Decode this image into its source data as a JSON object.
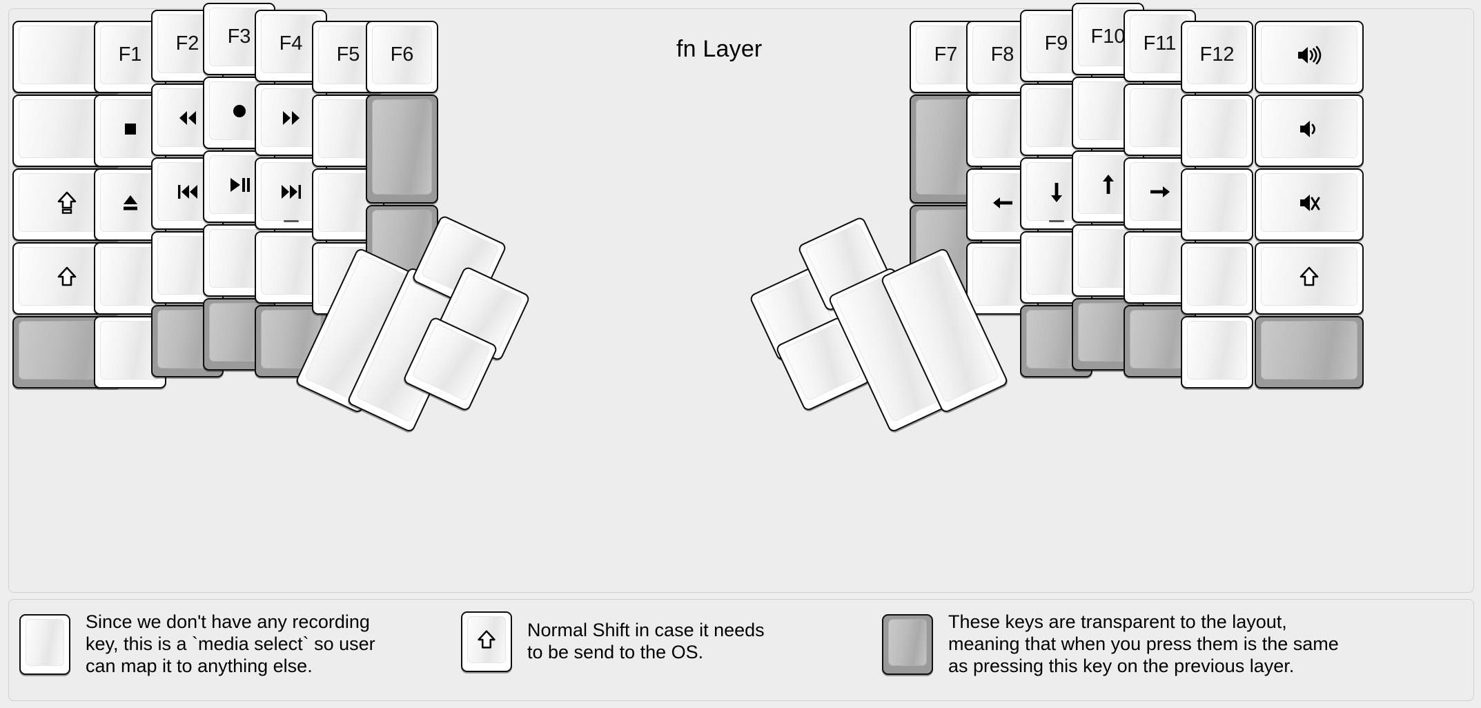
{
  "title": "fn Layer",
  "colors": {
    "background": "#eeeeee",
    "panel": "#ededed",
    "key_face": "#ffffff",
    "key_transparent": "#9a9a9a",
    "key_outline": "#0c0c0c",
    "text": "#000000"
  },
  "legend": {
    "items": [
      {
        "key_icon": "record-circle-icon",
        "key_label": "",
        "text": "Since we don't have any recording\nkey, this is a `media select` so user\ncan map it to anything else."
      },
      {
        "key_icon": "shift-arrow-icon",
        "key_label": "",
        "text": "Normal Shift in case it needs\nto be send to the OS."
      },
      {
        "key_icon": "",
        "key_label": "",
        "text": "These keys are transparent to the layout,\nmeaning that when you press them is the same\nas pressing this key on the previous layer."
      }
    ]
  },
  "left_half": {
    "columns": [
      {
        "name": "col-outer",
        "keys": [
          {
            "label": "",
            "icon": "",
            "state": "normal"
          },
          {
            "label": "",
            "icon": "",
            "state": "normal"
          },
          {
            "label": "",
            "icon": "caps-lock-icon",
            "state": "normal"
          },
          {
            "label": "",
            "icon": "shift-arrow-icon",
            "state": "normal"
          },
          {
            "label": "",
            "icon": "",
            "state": "transparent"
          }
        ]
      },
      {
        "name": "col-pinky",
        "keys": [
          {
            "label": "F1",
            "icon": "",
            "state": "normal"
          },
          {
            "label": "",
            "icon": "media-stop-icon",
            "state": "normal"
          },
          {
            "label": "",
            "icon": "media-eject-icon",
            "state": "normal"
          },
          {
            "label": "",
            "icon": "",
            "state": "normal"
          },
          {
            "label": "",
            "icon": "",
            "state": "normal"
          }
        ]
      },
      {
        "name": "col-ring",
        "keys": [
          {
            "label": "F2",
            "icon": "",
            "state": "normal"
          },
          {
            "label": "",
            "icon": "media-rewind-icon",
            "state": "normal"
          },
          {
            "label": "",
            "icon": "media-previous-icon",
            "state": "normal"
          },
          {
            "label": "",
            "icon": "",
            "state": "normal"
          },
          {
            "label": "",
            "icon": "",
            "state": "transparent"
          }
        ]
      },
      {
        "name": "col-middle",
        "keys": [
          {
            "label": "F3",
            "icon": "",
            "state": "normal"
          },
          {
            "label": "",
            "icon": "media-record-icon",
            "state": "normal"
          },
          {
            "label": "",
            "icon": "media-play-pause-icon",
            "state": "normal"
          },
          {
            "label": "",
            "icon": "",
            "state": "normal"
          },
          {
            "label": "",
            "icon": "",
            "state": "transparent"
          }
        ]
      },
      {
        "name": "col-index",
        "keys": [
          {
            "label": "F4",
            "icon": "",
            "state": "normal"
          },
          {
            "label": "",
            "icon": "media-fast-forward-icon",
            "state": "normal"
          },
          {
            "label": "",
            "icon": "media-next-icon",
            "state": "normal",
            "bump": true
          },
          {
            "label": "",
            "icon": "",
            "state": "normal"
          },
          {
            "label": "",
            "icon": "",
            "state": "transparent"
          }
        ]
      },
      {
        "name": "col-inner",
        "keys": [
          {
            "label": "F5",
            "icon": "",
            "state": "normal"
          },
          {
            "label": "",
            "icon": "",
            "state": "normal"
          },
          {
            "label": "",
            "icon": "",
            "state": "normal"
          },
          {
            "label": "",
            "icon": "",
            "state": "normal"
          }
        ]
      },
      {
        "name": "col-innermost",
        "keys": [
          {
            "label": "F6",
            "icon": "",
            "state": "normal"
          },
          {
            "label": "",
            "icon": "",
            "state": "transparent"
          },
          {
            "label": "",
            "icon": "",
            "state": "transparent"
          }
        ]
      }
    ],
    "thumb_keys": [
      {
        "label": "",
        "icon": "",
        "state": "normal",
        "size": "2u"
      },
      {
        "label": "",
        "icon": "",
        "state": "normal",
        "size": "2u"
      },
      {
        "label": "",
        "icon": "",
        "state": "normal",
        "size": "1u"
      },
      {
        "label": "",
        "icon": "",
        "state": "normal",
        "size": "1u"
      },
      {
        "label": "",
        "icon": "",
        "state": "normal",
        "size": "1u"
      }
    ]
  },
  "right_half": {
    "columns": [
      {
        "name": "col-innermost",
        "keys": [
          {
            "label": "F7",
            "icon": "",
            "state": "normal"
          },
          {
            "label": "",
            "icon": "",
            "state": "transparent"
          },
          {
            "label": "",
            "icon": "",
            "state": "transparent"
          }
        ]
      },
      {
        "name": "col-inner",
        "keys": [
          {
            "label": "F8",
            "icon": "",
            "state": "normal"
          },
          {
            "label": "",
            "icon": "",
            "state": "normal"
          },
          {
            "label": "",
            "icon": "arrow-left-icon",
            "state": "normal"
          },
          {
            "label": "",
            "icon": "",
            "state": "normal"
          }
        ]
      },
      {
        "name": "col-index",
        "keys": [
          {
            "label": "F9",
            "icon": "",
            "state": "normal"
          },
          {
            "label": "",
            "icon": "",
            "state": "normal"
          },
          {
            "label": "",
            "icon": "arrow-down-icon",
            "state": "normal",
            "bump": true
          },
          {
            "label": "",
            "icon": "",
            "state": "normal"
          },
          {
            "label": "",
            "icon": "",
            "state": "transparent"
          }
        ]
      },
      {
        "name": "col-middle",
        "keys": [
          {
            "label": "F10",
            "icon": "",
            "state": "normal"
          },
          {
            "label": "",
            "icon": "",
            "state": "normal"
          },
          {
            "label": "",
            "icon": "arrow-up-icon",
            "state": "normal"
          },
          {
            "label": "",
            "icon": "",
            "state": "normal"
          },
          {
            "label": "",
            "icon": "",
            "state": "transparent"
          }
        ]
      },
      {
        "name": "col-ring",
        "keys": [
          {
            "label": "F11",
            "icon": "",
            "state": "normal"
          },
          {
            "label": "",
            "icon": "",
            "state": "normal"
          },
          {
            "label": "",
            "icon": "arrow-right-icon",
            "state": "normal"
          },
          {
            "label": "",
            "icon": "",
            "state": "normal"
          },
          {
            "label": "",
            "icon": "",
            "state": "transparent"
          }
        ]
      },
      {
        "name": "col-pinky",
        "keys": [
          {
            "label": "F12",
            "icon": "",
            "state": "normal"
          },
          {
            "label": "",
            "icon": "",
            "state": "normal"
          },
          {
            "label": "",
            "icon": "",
            "state": "normal"
          },
          {
            "label": "",
            "icon": "",
            "state": "normal"
          },
          {
            "label": "",
            "icon": "",
            "state": "normal"
          }
        ]
      },
      {
        "name": "col-outer",
        "keys": [
          {
            "label": "",
            "icon": "volume-up-icon",
            "state": "normal"
          },
          {
            "label": "",
            "icon": "volume-down-icon",
            "state": "normal"
          },
          {
            "label": "",
            "icon": "volume-mute-icon",
            "state": "normal"
          },
          {
            "label": "",
            "icon": "shift-arrow-icon",
            "state": "normal"
          },
          {
            "label": "",
            "icon": "",
            "state": "transparent"
          }
        ]
      }
    ],
    "thumb_keys": [
      {
        "label": "",
        "icon": "",
        "state": "normal",
        "size": "1u"
      },
      {
        "label": "",
        "icon": "",
        "state": "normal",
        "size": "1u"
      },
      {
        "label": "",
        "icon": "",
        "state": "normal",
        "size": "1u"
      },
      {
        "label": "",
        "icon": "",
        "state": "normal",
        "size": "2u"
      },
      {
        "label": "",
        "icon": "",
        "state": "normal",
        "size": "2u"
      }
    ]
  }
}
